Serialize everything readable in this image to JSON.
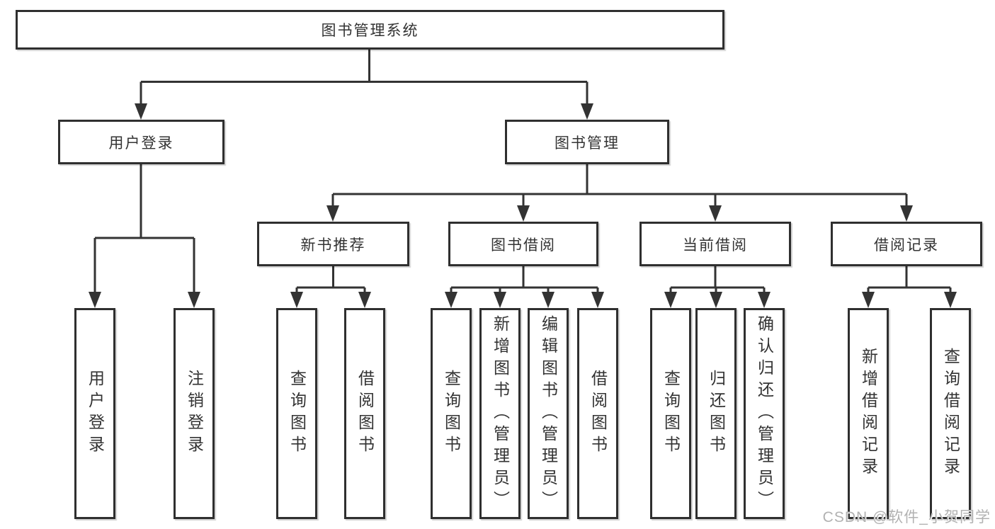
{
  "tree": {
    "root": "图书管理系统",
    "children": [
      {
        "label": "用户登录",
        "children": [
          "用户登录",
          "注销登录"
        ]
      },
      {
        "label": "图书管理",
        "children": [
          {
            "label": "新书推荐",
            "children": [
              "查询图书",
              "借阅图书"
            ]
          },
          {
            "label": "图书借阅",
            "children": [
              "查询图书",
              "新增图书（管理员）",
              "编辑图书（管理员）",
              "借阅图书"
            ]
          },
          {
            "label": "当前借阅",
            "children": [
              "查询图书",
              "归还图书",
              "确认归还（管理员）"
            ]
          },
          {
            "label": "借阅记录",
            "children": [
              "新增借阅记录",
              "查询借阅记录"
            ]
          }
        ]
      }
    ]
  },
  "watermark": "CSDN @软件_小贺同学",
  "colors": {
    "line": "#333333",
    "box_border": "#2f2f2f",
    "text": "#333333",
    "watermark": "#b2b2b2",
    "background": "#ffffff"
  }
}
